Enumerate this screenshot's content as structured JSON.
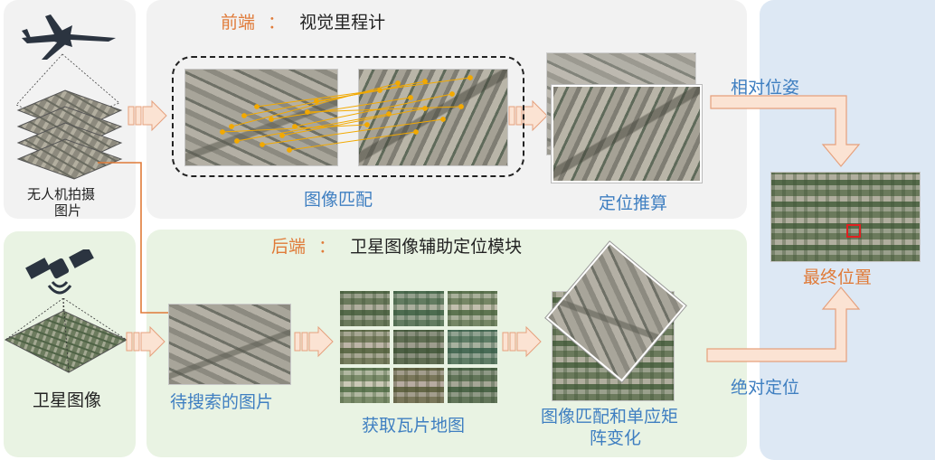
{
  "frontend": {
    "label": "前端",
    "separator": "：",
    "title": "视觉里程计",
    "match_caption": "图像匹配",
    "pose_caption": "定位推算"
  },
  "backend": {
    "label": "后端",
    "separator": "：",
    "title": "卫星图像辅助定位模块",
    "query_caption": "待搜索的图片",
    "tiles_caption": "获取瓦片地图",
    "homography_caption_line1": "图像匹配和单应矩",
    "homography_caption_line2": "阵变化"
  },
  "drone": {
    "caption_line1": "无人机拍摄",
    "caption_line2": "图片"
  },
  "satellite": {
    "caption": "卫星图像"
  },
  "right": {
    "relative_label": "相对位姿",
    "absolute_label": "绝对定位",
    "final_caption": "最终位置"
  },
  "colors": {
    "accent_orange": "#e07b39",
    "caption_blue": "#3f7fc1",
    "frontend_bg": "#f2f2f2",
    "backend_bg": "#e9f3e3",
    "right_bg": "#dde8f4",
    "match_line": "#f2a900",
    "arrow_fill": "#fbe3d3",
    "arrow_stroke": "#e6a07c",
    "marker_red": "#e02020"
  },
  "icons": {
    "drone": "drone-icon",
    "satellite": "satellite-icon"
  }
}
